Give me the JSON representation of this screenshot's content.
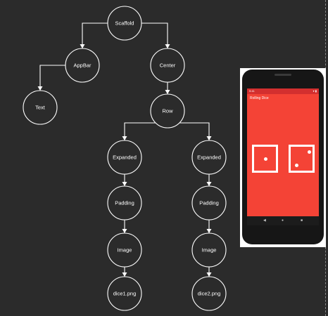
{
  "diagram": {
    "nodes": [
      {
        "id": "scaffold",
        "label": "Scaffold"
      },
      {
        "id": "appbar",
        "label": "AppBar"
      },
      {
        "id": "center",
        "label": "Center"
      },
      {
        "id": "text",
        "label": "Text"
      },
      {
        "id": "row",
        "label": "Row"
      },
      {
        "id": "expanded1",
        "label": "Expanded"
      },
      {
        "id": "expanded2",
        "label": "Expanded"
      },
      {
        "id": "padding1",
        "label": "Padding"
      },
      {
        "id": "padding2",
        "label": "Padding"
      },
      {
        "id": "image1",
        "label": "Image"
      },
      {
        "id": "image2",
        "label": "Image"
      },
      {
        "id": "dice1",
        "label": "dice1.png"
      },
      {
        "id": "dice2",
        "label": "dice2.png"
      }
    ],
    "edges": [
      {
        "from": "scaffold",
        "to": "appbar"
      },
      {
        "from": "scaffold",
        "to": "center"
      },
      {
        "from": "appbar",
        "to": "text"
      },
      {
        "from": "center",
        "to": "row"
      },
      {
        "from": "row",
        "to": "expanded1"
      },
      {
        "from": "row",
        "to": "expanded2"
      },
      {
        "from": "expanded1",
        "to": "padding1"
      },
      {
        "from": "expanded2",
        "to": "padding2"
      },
      {
        "from": "padding1",
        "to": "image1"
      },
      {
        "from": "padding2",
        "to": "image2"
      },
      {
        "from": "image1",
        "to": "dice1"
      },
      {
        "from": "image2",
        "to": "dice2"
      }
    ]
  },
  "phone": {
    "status_time": "9:41",
    "status_icons": "▾ ▮",
    "app_title": "Rolling Dice",
    "dice": [
      {
        "face": 1
      },
      {
        "face": 2
      }
    ],
    "nav_back": "◀",
    "nav_home": "●",
    "nav_recent": "■"
  },
  "colors": {
    "background": "#2b2b2b",
    "line": "#ffffff",
    "app_red": "#f44336",
    "status_red": "#d32f2f"
  }
}
